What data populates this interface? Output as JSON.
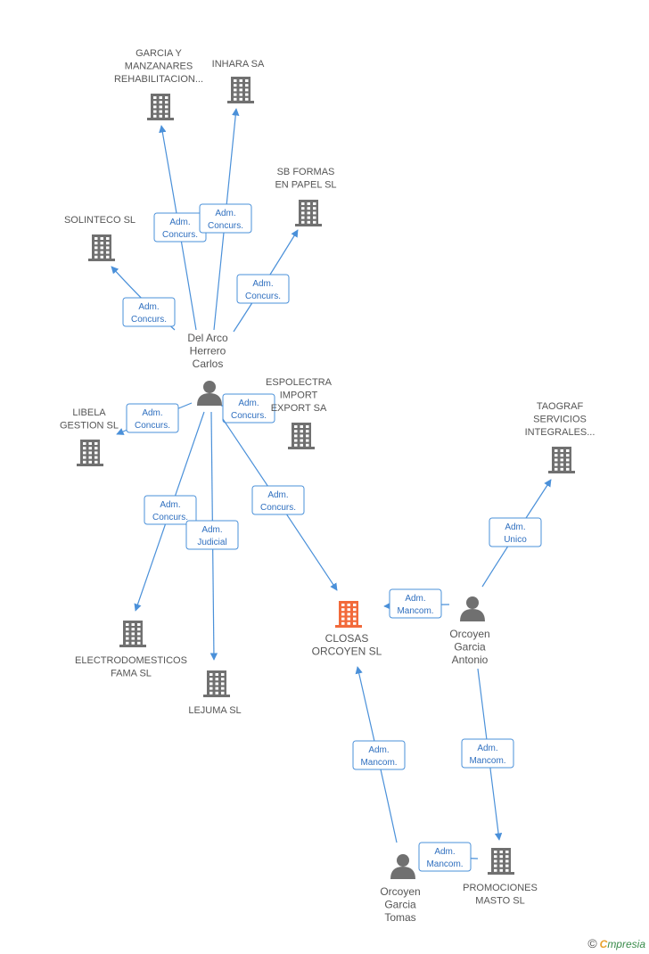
{
  "colors": {
    "edge": "#4a90d9",
    "company": "#707070",
    "focus_company": "#f26a3b",
    "person": "#707070",
    "label": "#555555"
  },
  "nodes": [
    {
      "id": "garcia",
      "type": "company",
      "label": [
        "GARCIA Y",
        "MANZANARES",
        "REHABILITACION..."
      ]
    },
    {
      "id": "inhara",
      "type": "company",
      "label": [
        "INHARA SA"
      ]
    },
    {
      "id": "sbformas",
      "type": "company",
      "label": [
        "SB FORMAS",
        "EN PAPEL  SL"
      ]
    },
    {
      "id": "solinteco",
      "type": "company",
      "label": [
        "SOLINTECO SL"
      ]
    },
    {
      "id": "delarco",
      "type": "person",
      "label": [
        "Del Arco",
        "Herrero",
        "Carlos"
      ]
    },
    {
      "id": "espolectra",
      "type": "company",
      "label": [
        "ESPOLECTRA",
        "IMPORT",
        "EXPORT SA"
      ]
    },
    {
      "id": "libela",
      "type": "company",
      "label": [
        "LIBELA",
        "GESTION SL"
      ]
    },
    {
      "id": "taograf",
      "type": "company",
      "label": [
        "TAOGRAF",
        "SERVICIOS",
        "INTEGRALES..."
      ]
    },
    {
      "id": "electro",
      "type": "company",
      "label": [
        "ELECTRODOMESTICOS",
        "FAMA SL"
      ]
    },
    {
      "id": "lejuma",
      "type": "company",
      "label": [
        "LEJUMA SL"
      ]
    },
    {
      "id": "closas",
      "type": "focus",
      "label": [
        "CLOSAS",
        "ORCOYEN SL"
      ]
    },
    {
      "id": "antonio",
      "type": "person",
      "label": [
        "Orcoyen",
        "Garcia",
        "Antonio"
      ]
    },
    {
      "id": "tomas",
      "type": "person",
      "label": [
        "Orcoyen",
        "Garcia",
        "Tomas"
      ]
    },
    {
      "id": "promociones",
      "type": "company",
      "label": [
        "PROMOCIONES",
        "MASTO SL"
      ]
    }
  ],
  "edges": [
    {
      "from": "delarco",
      "to": "garcia",
      "label": [
        "Adm.",
        "Concurs."
      ]
    },
    {
      "from": "delarco",
      "to": "inhara",
      "label": [
        "Adm.",
        "Concurs."
      ]
    },
    {
      "from": "delarco",
      "to": "sbformas",
      "label": [
        "Adm.",
        "Concurs."
      ]
    },
    {
      "from": "delarco",
      "to": "solinteco",
      "label": [
        "Adm.",
        "Concurs."
      ]
    },
    {
      "from": "delarco",
      "to": "libela",
      "label": [
        "Adm.",
        "Concurs."
      ]
    },
    {
      "from": "delarco",
      "to": "espolectra",
      "label": [
        "Adm.",
        "Concurs."
      ]
    },
    {
      "from": "delarco",
      "to": "electro",
      "label": [
        "Adm.",
        "Concurs."
      ]
    },
    {
      "from": "delarco",
      "to": "lejuma",
      "label": [
        "Adm.",
        "Judicial"
      ]
    },
    {
      "from": "delarco",
      "to": "closas",
      "label": [
        "Adm.",
        "Concurs."
      ]
    },
    {
      "from": "antonio",
      "to": "taograf",
      "label": [
        "Adm.",
        "Unico"
      ]
    },
    {
      "from": "antonio",
      "to": "closas",
      "label": [
        "Adm.",
        "Mancom."
      ]
    },
    {
      "from": "antonio",
      "to": "promociones",
      "label": [
        "Adm.",
        "Mancom."
      ]
    },
    {
      "from": "tomas",
      "to": "closas",
      "label": [
        "Adm.",
        "Mancom."
      ]
    },
    {
      "from": "tomas",
      "to": "promociones",
      "label": [
        "Adm.",
        "Mancom."
      ]
    }
  ],
  "footer": {
    "copyright_symbol": "©",
    "brand_first": "C",
    "brand_rest": "mpresia"
  }
}
